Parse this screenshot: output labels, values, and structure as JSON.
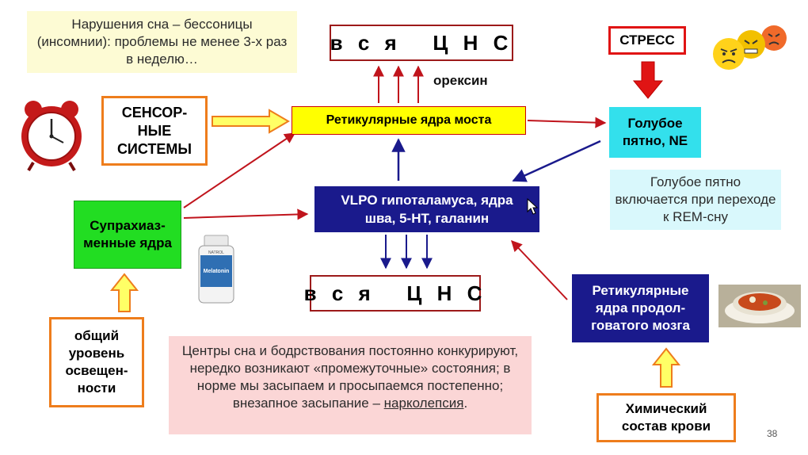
{
  "notes": {
    "insomnia": "Нарушения сна – бессоницы (инсомнии): проблемы не менее 3-х раз в неделю…",
    "locus_rem": "Голубое пятно включается при переходе к REM-сну",
    "competition_main": "Центры сна и бодрствования постоянно конкурируют, нередко возникают «промежуточные» состояния; в норме мы засыпаем и просыпаемся постепенно; внезапное засыпание – ",
    "competition_link": "нарколепсия",
    "competition_end": "."
  },
  "nodes": {
    "cns_top": "в с я   Ц Н С",
    "cns_bottom": "в с я   Ц Н С",
    "orexin": "орексин",
    "stress": "СТРЕСС",
    "sensor": "СЕНСОР-НЫЕ СИСТЕМЫ",
    "reticular_pons": "Ретикулярные ядра моста",
    "locus": "Голубое пятно, NE",
    "scn": "Супрахиаз-менные ядра",
    "vlpo": "VLPO гипоталамуса, ядра шва, 5-HT, галанин",
    "medulla": "Ретикулярные ядра продол-говатого мозга",
    "light": "общий уровень освещен-ности",
    "blood": "Химический состав крови"
  },
  "bottle_label": "Melatonin",
  "bottle_brand": "NATROL",
  "page_number": "38",
  "colors": {
    "dark_red": "#9c1a1a",
    "arrow_red": "#c0141c",
    "navy": "#1a1a8c",
    "orange": "#ee7d1c",
    "yellow": "#ffff00",
    "cyan": "#33e0ec",
    "green": "#22dd22"
  }
}
